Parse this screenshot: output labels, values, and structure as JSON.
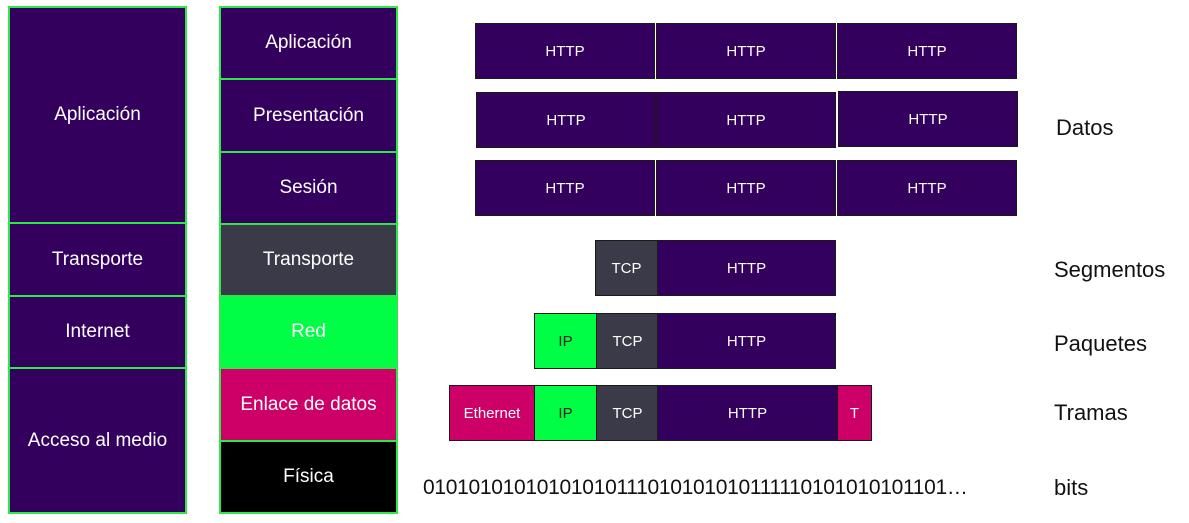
{
  "tcpip_layers": [
    "Aplicación",
    "Transporte",
    "Internet",
    "Acceso al medio"
  ],
  "osi_layers": [
    "Aplicación",
    "Presentación",
    "Sesión",
    "Transporte",
    "Red",
    "Enlace de datos",
    "Física"
  ],
  "pdu_cells": {
    "http": "HTTP",
    "tcp": "TCP",
    "ip": "IP",
    "ethernet": "Ethernet",
    "trailer": "T"
  },
  "bit_stream": "01010101010101010111010101010111110101010101101…",
  "pdu_names": [
    "Datos",
    "Segmentos",
    "Paquetes",
    "Tramas",
    "bits"
  ],
  "colors": {
    "layer_purple": "#34005e",
    "transport_slate": "#3a3a48",
    "network_green": "#00ff44",
    "datalink_magenta": "#cc0066",
    "physical_black": "#000000",
    "layer_border": "#2ee84a"
  }
}
